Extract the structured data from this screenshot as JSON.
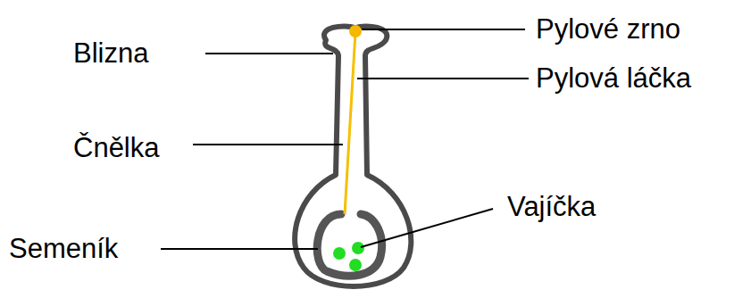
{
  "diagram": {
    "labels": [
      "Pylové zrno",
      "Blizna",
      "Pylová láčka",
      "Čnělka",
      "Vajíčka",
      "Semeník"
    ]
  }
}
